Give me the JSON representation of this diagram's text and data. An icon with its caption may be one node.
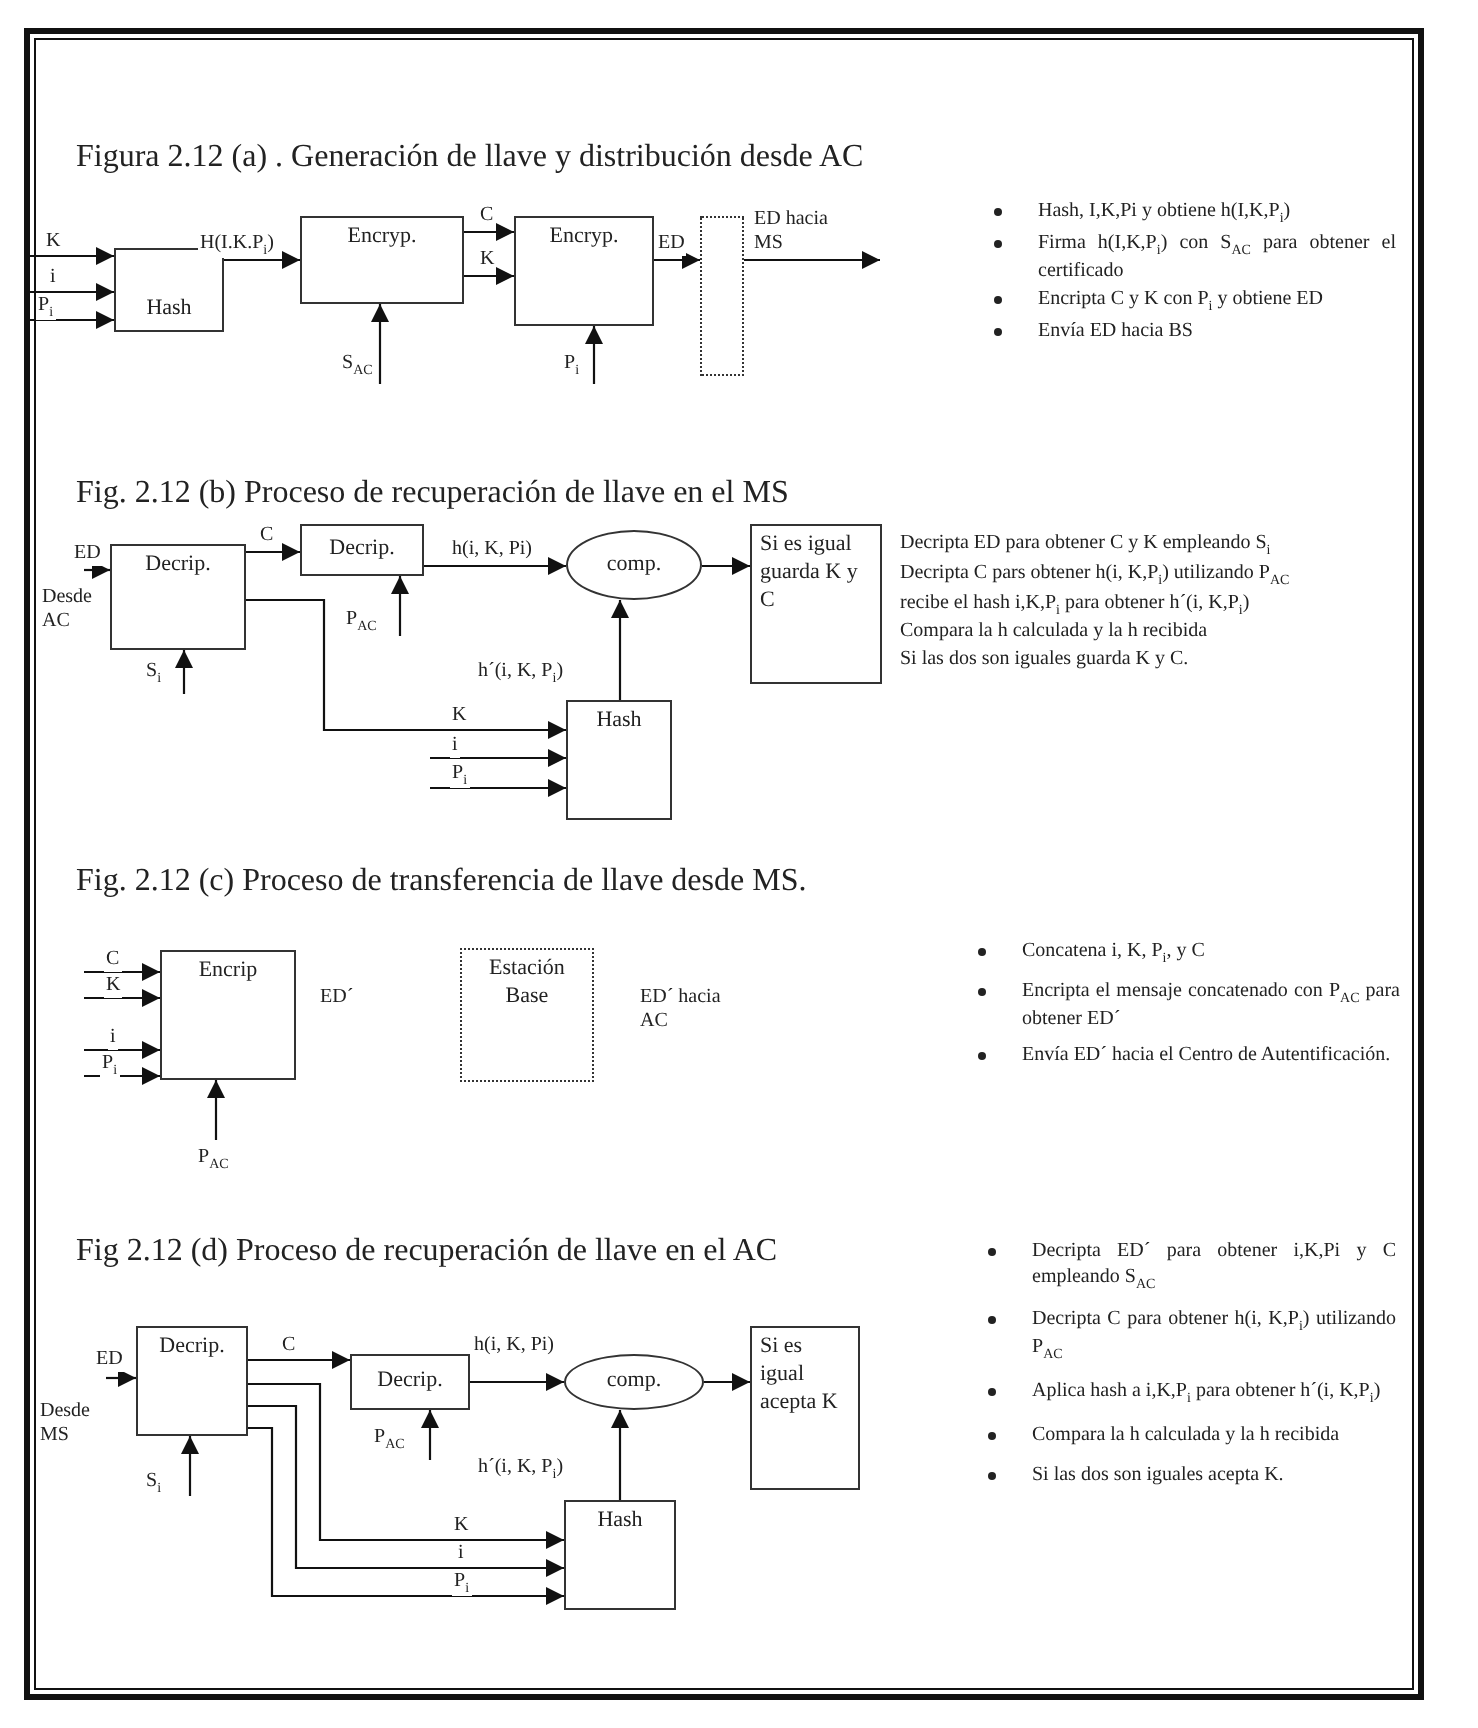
{
  "diagram": {
    "nodes": [
      {
        "text": [
          "Hash"
        ]
      },
      {
        "text": [
          "Encryp."
        ]
      },
      {
        "text": [
          "Encryp."
        ]
      },
      {
        "text": [],
        "shape": "box"
      },
      {
        "text": [
          "Decrip."
        ]
      },
      {
        "text": [
          "Decrip."
        ]
      },
      {
        "text": [
          "comp."
        ]
      },
      {
        "text": [
          "Si es igual guarda K y C"
        ]
      },
      {
        "text": [
          "Hash"
        ]
      },
      {
        "text": [
          "Encrip"
        ]
      },
      {
        "text": [
          "Estación Base"
        ]
      },
      {
        "text": [
          "Decrip."
        ]
      },
      {
        "text": [
          "Decrip."
        ]
      },
      {
        "text": [
          "comp."
        ]
      },
      {
        "text": [
          "Si es igual acepta K"
        ]
      },
      {
        "text": [
          "Hash"
        ]
      }
    ],
    "edges": [
      {
        "from": null,
        "to": 0,
        "arrow": "to",
        "label": "K"
      },
      {
        "from": null,
        "to": 0,
        "arrow": "to",
        "label": "i"
      },
      {
        "from": null,
        "to": 0,
        "arrow": "to",
        "label": "P$_{i}$"
      },
      {
        "from": 0,
        "to": 1,
        "arrow": "to",
        "label": "H(I.K.P$_{i}$)"
      },
      {
        "from": 1,
        "to": 2,
        "arrow": "to",
        "label": "C"
      },
      {
        "from": 1,
        "to": 2,
        "arrow": "to",
        "label": "K"
      },
      {
        "from": null,
        "to": 1,
        "arrow": "to",
        "label": "S$_{AC}$"
      },
      {
        "from": null,
        "to": 2,
        "arrow": "to",
        "label": "P$_{i}$"
      },
      {
        "from": 2,
        "to": 3,
        "arrow": "to",
        "label": "ED"
      },
      {
        "from": 3,
        "to": null,
        "arrow": "to",
        "label": "ED hacia MS"
      },
      {
        "from": null,
        "to": 4,
        "arrow": "to",
        "label": "ED"
      },
      {
        "from": 4,
        "to": 5,
        "arrow": "to",
        "label": "C"
      },
      {
        "from": 5,
        "to": 6,
        "arrow": "to",
        "label": "h(i, K, Pi)"
      },
      {
        "from": null,
        "to": 5,
        "arrow": "to",
        "label": "P$_{AC}$"
      },
      {
        "from": null,
        "to": 4,
        "arrow": "to",
        "label": "S$_{i}$"
      },
      {
        "from": 6,
        "to": 7,
        "arrow": "to"
      },
      {
        "from": 8,
        "to": 6,
        "arrow": "to",
        "label": "h´(i, K, P$_{i}$)"
      },
      {
        "from": 4,
        "to": 8,
        "arrow": "to",
        "label": "K"
      },
      {
        "from": null,
        "to": 8,
        "arrow": "to",
        "label": "i"
      },
      {
        "from": null,
        "to": 8,
        "arrow": "to",
        "label": "P$_{i}$"
      },
      {
        "from": null,
        "to": 9,
        "arrow": "to",
        "label": "C"
      },
      {
        "from": null,
        "to": 9,
        "arrow": "to",
        "label": "K"
      },
      {
        "from": null,
        "to": 9,
        "arrow": "to",
        "label": "i"
      },
      {
        "from": null,
        "to": 9,
        "arrow": "to",
        "label": "P$_{i}$"
      },
      {
        "from": null,
        "to": 9,
        "arrow": "to",
        "label": "P$_{AC}$"
      },
      {
        "from": null,
        "to": 11,
        "arrow": "to",
        "label": "ED"
      },
      {
        "from": 11,
        "to": 12,
        "arrow": "to",
        "label": "C"
      },
      {
        "from": 12,
        "to": 13,
        "arrow": "to",
        "label": "h(i, K, Pi)"
      },
      {
        "from": null,
        "to": 12,
        "arrow": "to",
        "label": "P$_{AC}$"
      },
      {
        "from": null,
        "to": 11,
        "arrow": "to",
        "label": "S$_{i}$"
      },
      {
        "from": 13,
        "to": 14,
        "arrow": "to"
      },
      {
        "from": 15,
        "to": 13,
        "arrow": "to",
        "label": "h´(i, K, P$_{i}$)"
      },
      {
        "from": 11,
        "to": 15,
        "arrow": "to",
        "label": "K"
      },
      {
        "from": 11,
        "to": 15,
        "arrow": "to",
        "label": "i"
      },
      {
        "from": 11,
        "to": 15,
        "arrow": "to",
        "label": "P$_{i}$"
      }
    ],
    "labels": [
      "Figura 2.12 (a) . Generación de llave y distribución desde AC",
      "Hash, I,K,Pi y obtiene h(I,K,P$_{i}$)",
      "Firma h(I,K,P$_{i}$) con S$_{AC}$ para obtener el certificado",
      "Encripta C y K con P$_{i}$ y obtiene ED",
      "Envía ED hacia BS",
      "Fig. 2.12 (b) Proceso de recuperación de llave en el MS",
      "Desde AC",
      "Decripta ED para obtener C y K empleando S$_{i}$",
      "Decripta C pars obtener h(i, K,P$_{i}$) utilizando P$_{AC}$",
      "recibe el hash i,K,P$_{i}$ para obtener h´(i, K,P$_{i}$)",
      "Compara la h calculada y la h recibida",
      "Si las dos son iguales guarda K y C.",
      "Fig. 2.12 (c) Proceso de transferencia de llave desde MS.",
      "ED´",
      "ED´ hacia AC",
      "Concatena i, K, P$_{i}$, y C",
      "Encripta el mensaje concatenado con P$_{AC}$ para obtener ED´",
      "Envía ED´ hacia el Centro de Autentificación.",
      "Fig 2.12 (d) Proceso de recuperación de llave en el AC",
      "Desde MS",
      "Decripta ED´ para obtener i,K,Pi y C empleando S$_{AC}$",
      "Decripta C para obtener h(i, K,P$_{i}$) utilizando P$_{AC}$",
      "Aplica hash a i,K,P$_{i}$ para obtener h´(i, K,P$_{i}$)",
      "Compara la h calculada y la h recibida",
      "Si las dos son iguales acepta K."
    ]
  }
}
